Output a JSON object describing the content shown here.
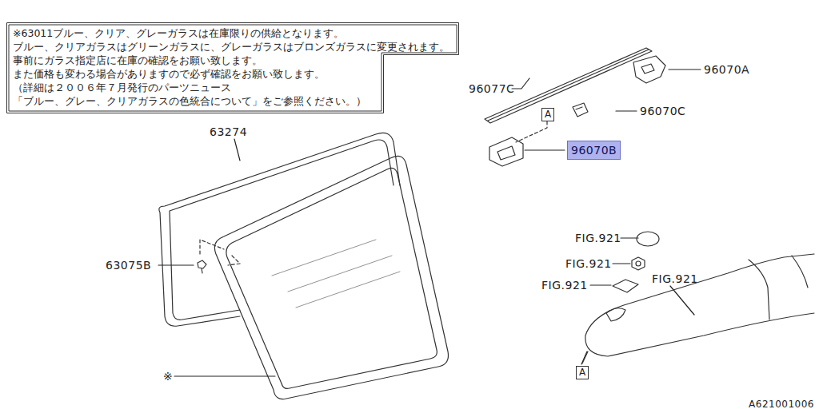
{
  "diagram": {
    "nodes": [
      {
        "text": [
          "※63011ブルー、クリア、グレーガラスは在庫限りの供給となります。",
          "ブルー、クリアガラスはグリーンガラスに、グレーガラスはブロンズガラスに変更されます。",
          "事前にガラス指定店に在庫の確認をお願い致します。",
          "また価格も変わる場合がありますので必ず確認をお願い致します。",
          "（詳細は２００６年７月発行のパーツニュース",
          "「ブルー、グレー、クリアガラスの色統合について」をご参照ください。）"
        ]
      },
      {
        "text": [
          "A"
        ]
      },
      {
        "text": [
          "96070B"
        ]
      },
      {
        "text": [
          "A"
        ]
      }
    ],
    "labels": [
      "96070A",
      "96077C",
      "96070C",
      "63274",
      "63075B",
      "FIG.921",
      "FIG.921",
      "FIG.921",
      "FIG.921",
      "※",
      "A621001006"
    ]
  }
}
